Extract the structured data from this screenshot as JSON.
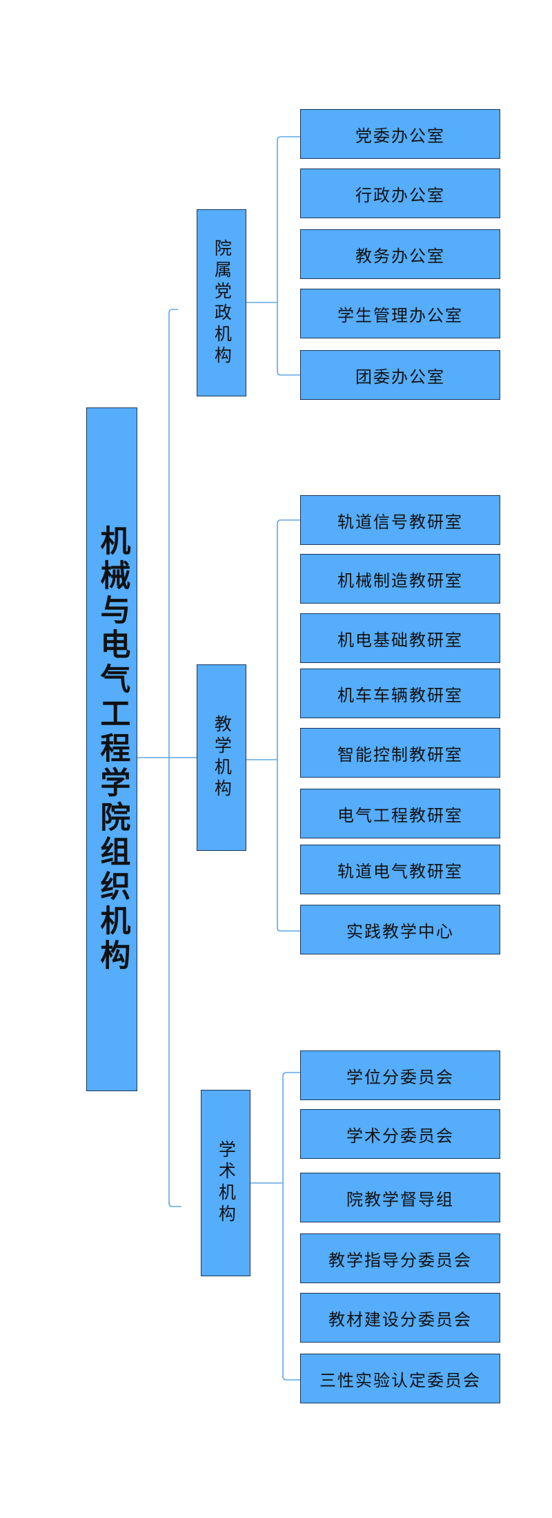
{
  "title": "机械与电气工程学院组织机构",
  "groups": [
    {
      "label": "院属党政机构",
      "items": [
        "党委办公室",
        "行政办公室",
        "教务办公室",
        "学生管理办公室",
        "团委办公室"
      ]
    },
    {
      "label": "教学机构",
      "items": [
        "轨道信号教研室",
        "机械制造教研室",
        "机电基础教研室",
        "机车车辆教研室",
        "智能控制教研室",
        "电气工程教研室",
        "轨道电气教研室",
        "实践教学中心"
      ]
    },
    {
      "label": "学术机构",
      "items": [
        "学位分委员会",
        "学术分委员会",
        "院教学督导组",
        "教学指导分委员会",
        "教材建设分委员会",
        "三性实验认定委员会"
      ]
    }
  ],
  "colors": {
    "box_fill": "#55adfb",
    "box_border": "#1c3558",
    "connector": "#5ea7e3"
  }
}
